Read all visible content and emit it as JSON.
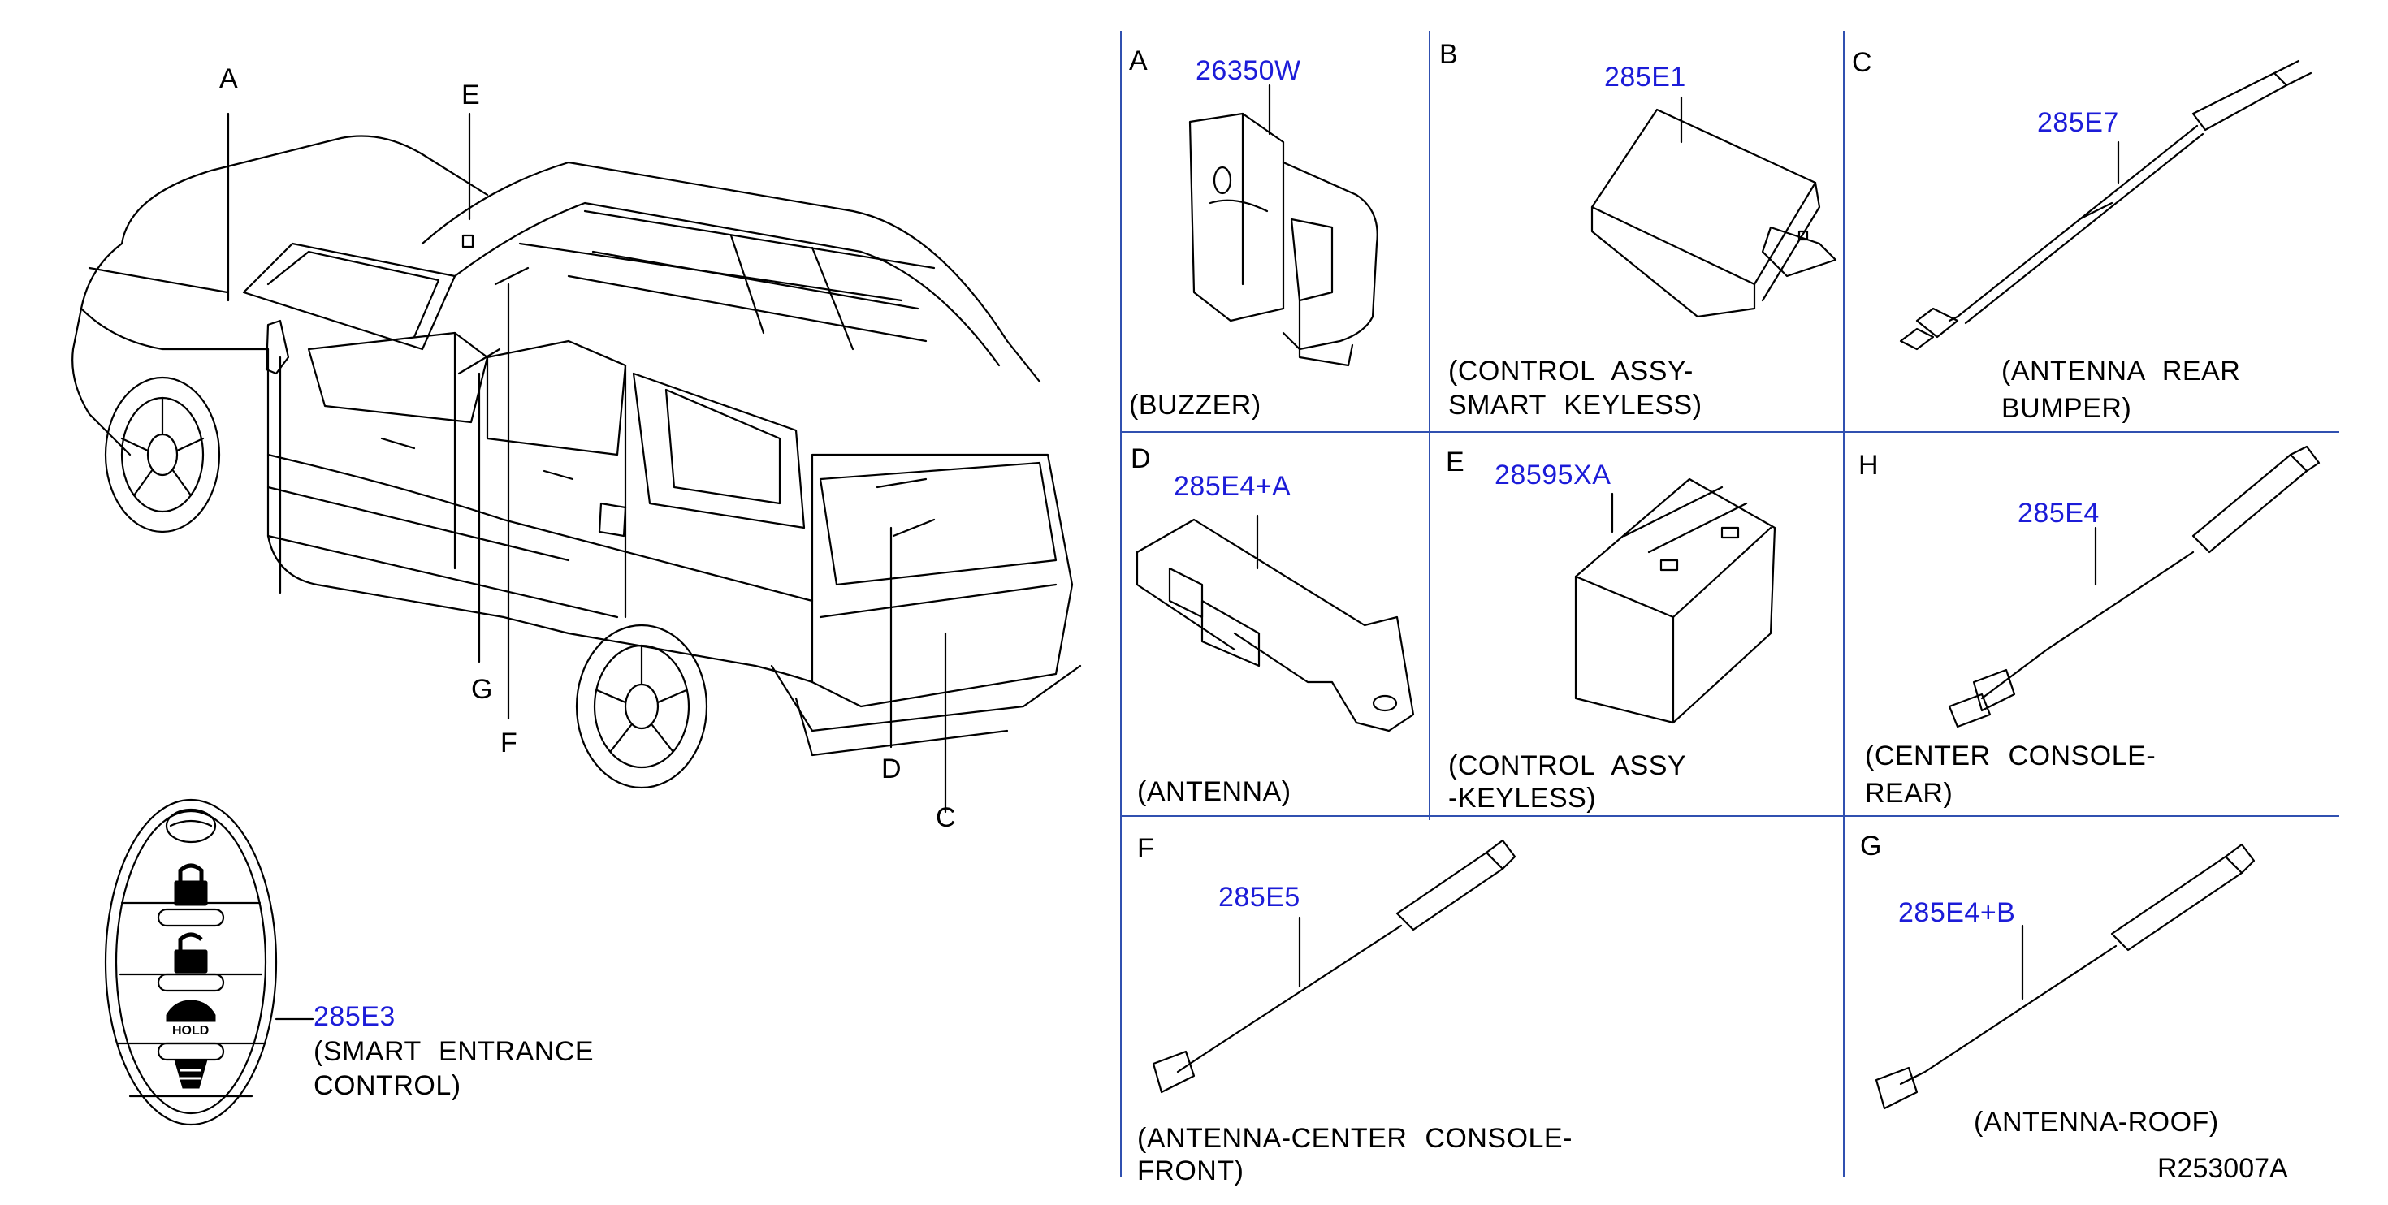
{
  "overview": {
    "callouts": [
      "A",
      "E",
      "G",
      "F",
      "D",
      "C"
    ]
  },
  "key_fob": {
    "part_number": "285E3",
    "description_line1": "(SMART   ENTRANCE",
    "description_line2": "CONTROL)",
    "hold_label": "HOLD",
    "buttons": [
      "lock-icon",
      "unlock-icon",
      "car-trunk-icon",
      "panic-icon"
    ]
  },
  "panels": {
    "A": {
      "letter": "A",
      "part_number": "26350W",
      "desc1": "(BUZZER)",
      "desc2": ""
    },
    "B": {
      "letter": "B",
      "part_number": "285E1",
      "desc1": "(CONTROL   ASSY-",
      "desc2": "SMART   KEYLESS)"
    },
    "C": {
      "letter": "C",
      "part_number": "285E7",
      "desc1": "(ANTENNA   REAR",
      "desc2": "BUMPER)"
    },
    "D": {
      "letter": "D",
      "part_number": "285E4+A",
      "desc1": "(ANTENNA)",
      "desc2": ""
    },
    "E": {
      "letter": "E",
      "part_number": "28595XA",
      "desc1": "(CONTROL   ASSY",
      "desc2": "-KEYLESS)"
    },
    "H": {
      "letter": "H",
      "part_number": "285E4",
      "desc1": "(CENTER   CONSOLE-",
      "desc2": "REAR)"
    },
    "F": {
      "letter": "F",
      "part_number": "285E5",
      "desc1": "(ANTENNA-CENTER   CONSOLE-",
      "desc2": "FRONT)"
    },
    "G": {
      "letter": "G",
      "part_number": "285E4+B",
      "desc1": "(ANTENNA-ROOF)",
      "desc2": ""
    }
  },
  "reference_code": "R253007A",
  "colors": {
    "part_number": "#1c1cd8",
    "lines": "#000000",
    "grid": "#3050b0"
  }
}
